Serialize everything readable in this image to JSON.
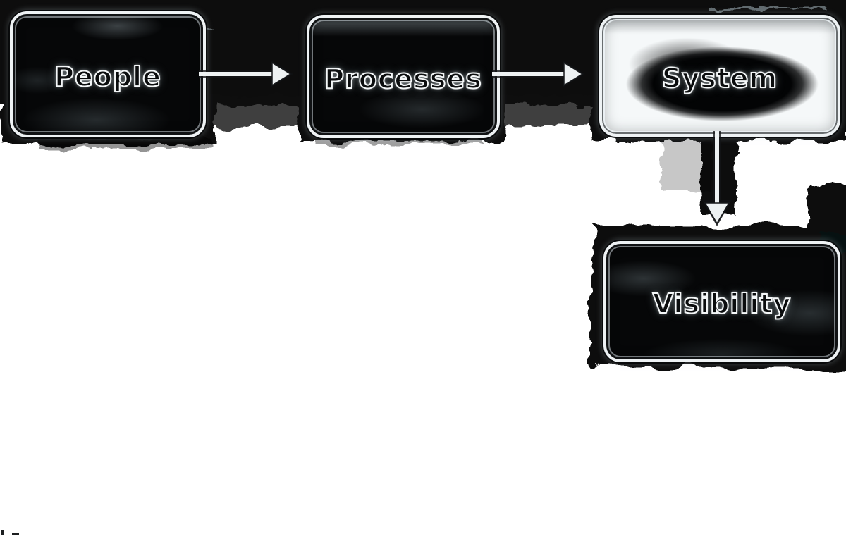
{
  "diagram": {
    "style": "hand-inked flowchart, white outline lettering on black ink blots",
    "background_color": "#ffffff",
    "ink_color": "#070809",
    "line_color": "#eef2f4",
    "nodes": [
      {
        "id": "people",
        "label": "People"
      },
      {
        "id": "processes",
        "label": "Processes"
      },
      {
        "id": "system",
        "label": "System"
      },
      {
        "id": "visibility",
        "label": "Visibility"
      }
    ],
    "edges": [
      {
        "from": "People",
        "to": "Processes",
        "direction": "right"
      },
      {
        "from": "Processes",
        "to": "System",
        "direction": "right"
      },
      {
        "from": "System",
        "to": "Visibility",
        "direction": "down"
      }
    ]
  }
}
